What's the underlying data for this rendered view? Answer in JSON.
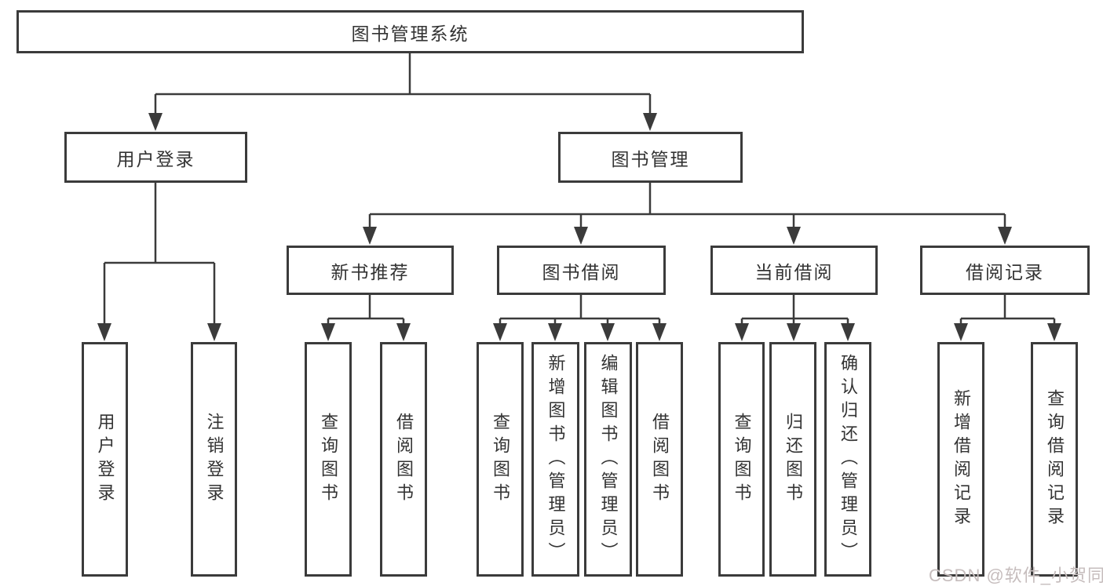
{
  "diagram": {
    "type": "hierarchy-diagram",
    "background": "#ffffff",
    "line_color": "#3b3b3b",
    "text_color": "#333333",
    "watermark": {
      "text": "CSDN @软件_小贺同学",
      "color": "#c6bdbd"
    },
    "tree": {
      "label": "图书管理系统",
      "children": [
        {
          "label": "用户登录",
          "children": [
            {
              "label": "用户登录"
            },
            {
              "label": "注销登录"
            }
          ]
        },
        {
          "label": "图书管理",
          "children": [
            {
              "label": "新书推荐",
              "children": [
                {
                  "label": "查询图书"
                },
                {
                  "label": "借阅图书"
                }
              ]
            },
            {
              "label": "图书借阅",
              "children": [
                {
                  "label": "查询图书"
                },
                {
                  "label": "新增图书（管理员）"
                },
                {
                  "label": "编辑图书（管理员）"
                },
                {
                  "label": "借阅图书"
                }
              ]
            },
            {
              "label": "当前借阅",
              "children": [
                {
                  "label": "查询图书"
                },
                {
                  "label": "归还图书"
                },
                {
                  "label": "确认归还（管理员）"
                }
              ]
            },
            {
              "label": "借阅记录",
              "children": [
                {
                  "label": "新增借阅记录"
                },
                {
                  "label": "查询借阅记录"
                }
              ]
            }
          ]
        }
      ]
    }
  }
}
